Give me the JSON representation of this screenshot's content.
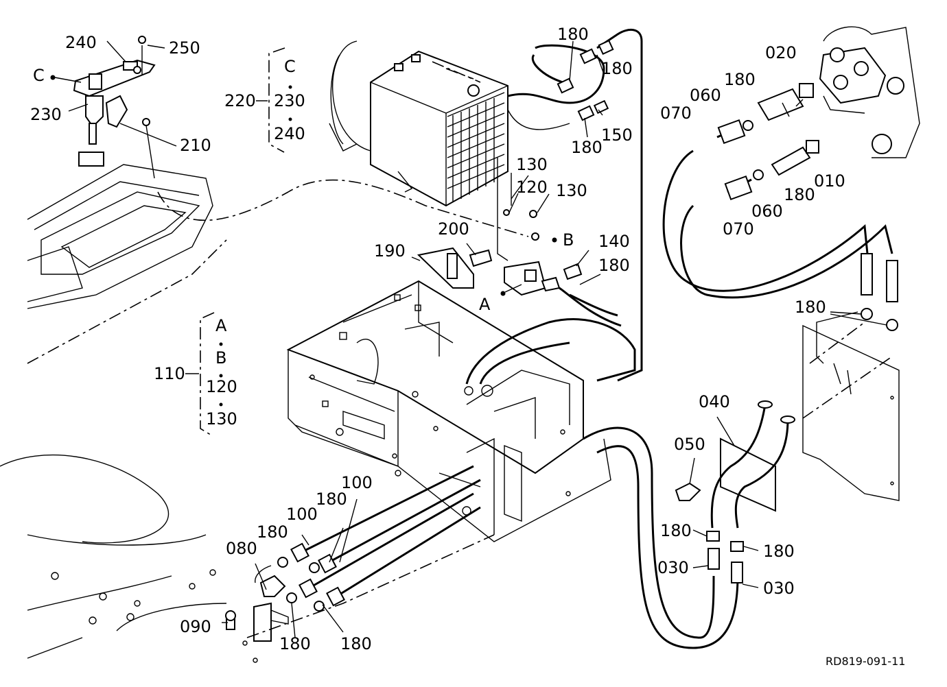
{
  "diagram": {
    "ref_code": "RD819-091-11",
    "callouts": {
      "p240": "240",
      "p250": "250",
      "pC_left": "C",
      "p230": "230",
      "p210": "210",
      "g220": "220",
      "g220_c": "C",
      "g220_230": "230",
      "g220_240": "240",
      "p180_top1": "180",
      "p180_top2": "180",
      "p180_top3": "180",
      "p150": "150",
      "p130a": "130",
      "p120": "120",
      "p130b": "130",
      "pB": "B",
      "p200": "200",
      "p190": "190",
      "p140": "140",
      "p180_mid": "180",
      "pA": "A",
      "g110": "110",
      "g110_a": "A",
      "g110_b": "B",
      "g110_120": "120",
      "g110_130": "130",
      "p020": "020",
      "p180_r1": "180",
      "p060a": "060",
      "p070a": "070",
      "p010": "010",
      "p180_r2": "180",
      "p060b": "060",
      "p070b": "070",
      "p180_r3": "180",
      "p040": "040",
      "p050": "050",
      "p180_r4": "180",
      "p180_r5": "180",
      "p030a": "030",
      "p030b": "030",
      "p100a": "100",
      "p180_b1": "180",
      "p100b": "100",
      "p180_b2": "180",
      "p080": "080",
      "p090": "090",
      "p180_b3": "180",
      "p180_b4": "180"
    }
  }
}
